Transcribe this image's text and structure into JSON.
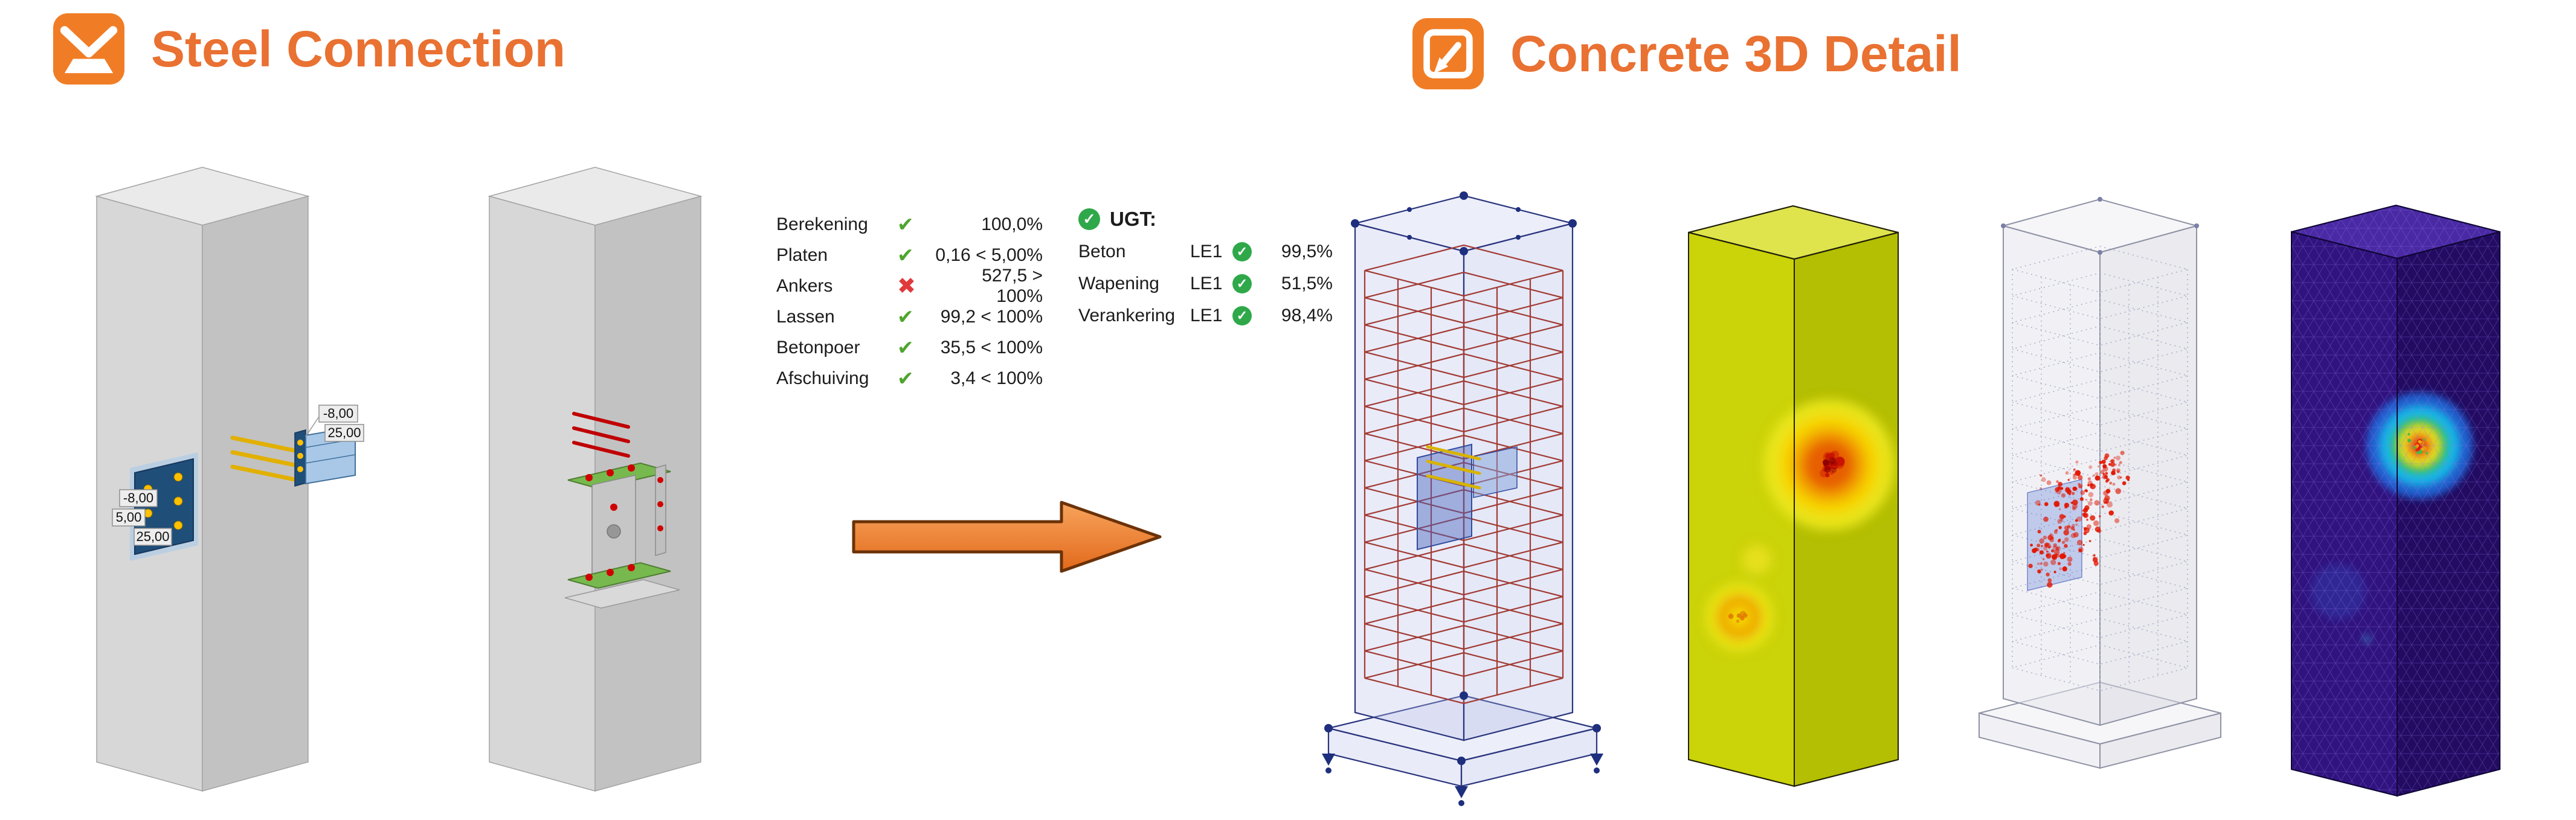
{
  "sections": {
    "steel": {
      "title": "Steel Connection"
    },
    "concrete": {
      "title": "Concrete 3D Detail"
    }
  },
  "results_table": {
    "rows": [
      {
        "label": "Berekening",
        "icon": "✔",
        "status": "pass",
        "value": "100,0%"
      },
      {
        "label": "Platen",
        "icon": "✔",
        "status": "pass",
        "value": "0,16 < 5,00%"
      },
      {
        "label": "Ankers",
        "icon": "✖",
        "status": "fail",
        "value": "527,5 > 100%"
      },
      {
        "label": "Lassen",
        "icon": "✔",
        "status": "pass",
        "value": "99,2 < 100%"
      },
      {
        "label": "Betonpoer",
        "icon": "✔",
        "status": "pass",
        "value": "35,5 < 100%"
      },
      {
        "label": "Afschuiving",
        "icon": "✔",
        "status": "pass",
        "value": "3,4 < 100%"
      }
    ]
  },
  "ugt_panel": {
    "title": "UGT:",
    "check": "✓",
    "rows": [
      {
        "label": "Beton",
        "case": "LE1",
        "value": "99,5%"
      },
      {
        "label": "Wapening",
        "case": "LE1",
        "value": "51,5%"
      },
      {
        "label": "Verankering",
        "case": "LE1",
        "value": "98,4%"
      }
    ]
  },
  "steel_model_1": {
    "dim_labels": [
      "-8,00",
      "25,00",
      "-8,00",
      "5,00",
      "25,00"
    ]
  },
  "colors": {
    "accent_orange": "#E97132",
    "icon_orange": "#F07D26",
    "pass_green": "#4FA52E",
    "fail_red": "#E03A3A",
    "ugt_green": "#2FA84A"
  }
}
